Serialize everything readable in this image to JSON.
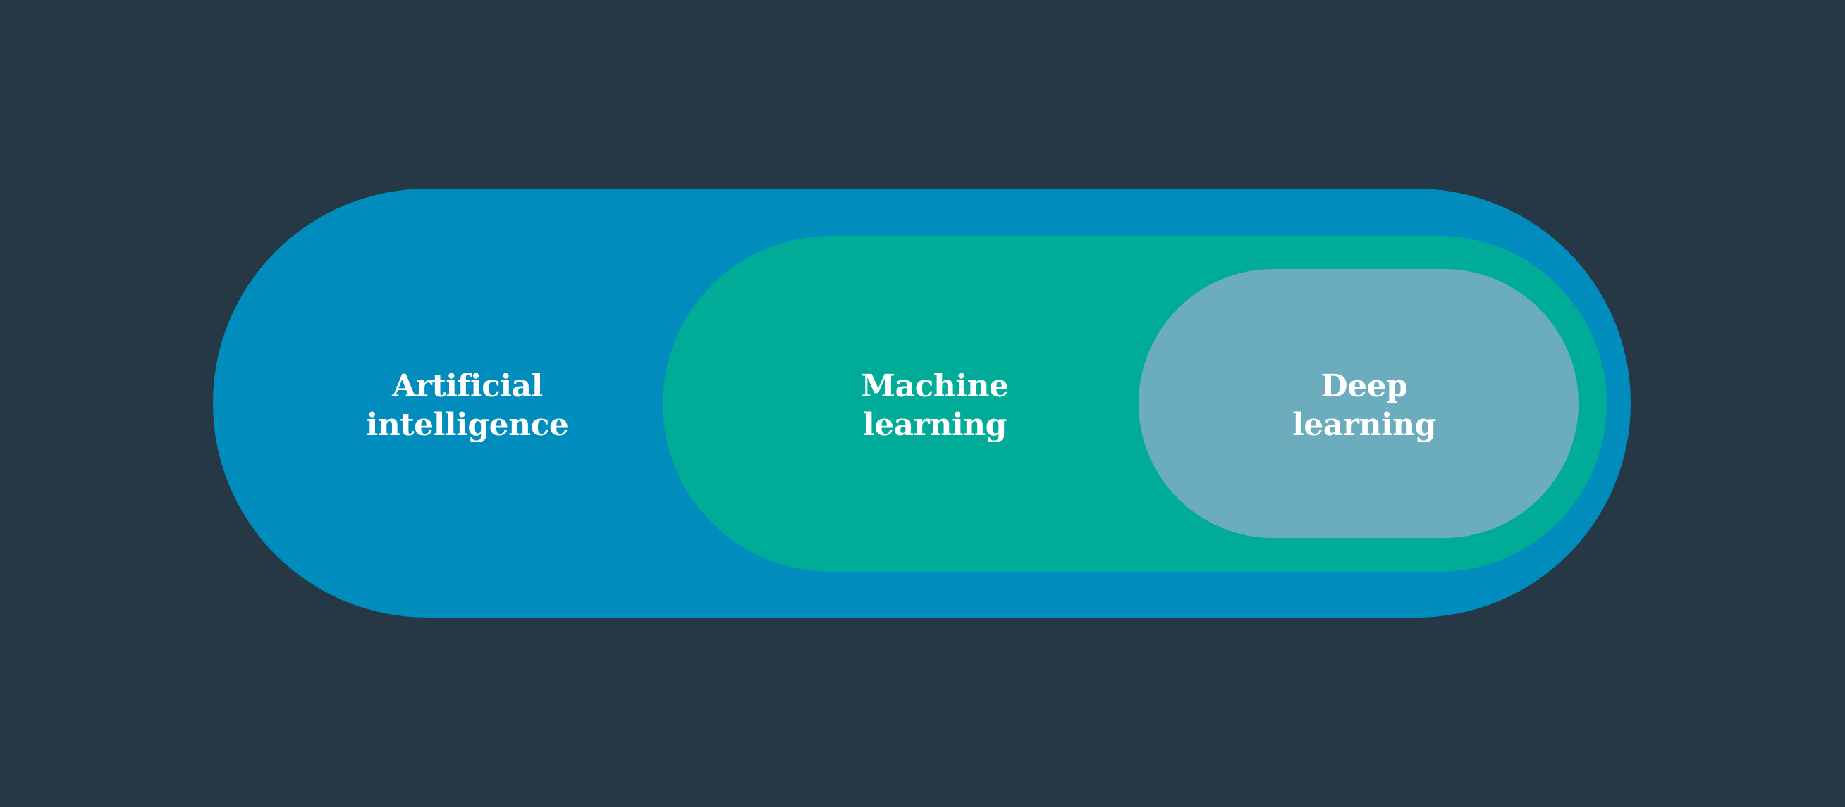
{
  "diagram": {
    "background_color": "#263746",
    "text_color": "#ffffff",
    "sets": [
      {
        "id": "ai",
        "label_lines": [
          "Artificial",
          "intelligence"
        ],
        "color": "#008dbd"
      },
      {
        "id": "ml",
        "label_lines": [
          "Machine",
          "learning"
        ],
        "color": "#00ab98"
      },
      {
        "id": "dl",
        "label_lines": [
          "Deep",
          "learning"
        ],
        "color": "#6badbd"
      }
    ]
  }
}
